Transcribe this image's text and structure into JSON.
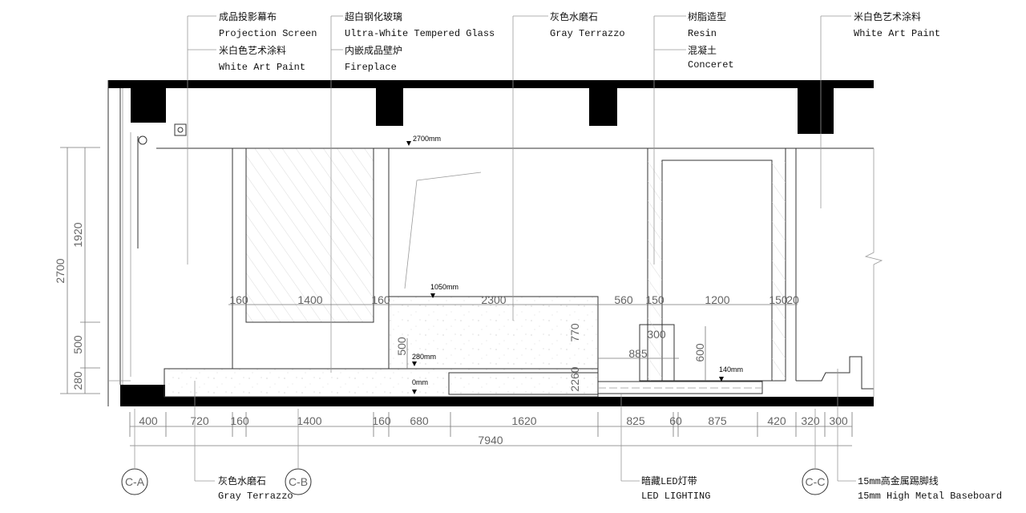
{
  "callouts_top": [
    {
      "cn": "成品投影幕布",
      "en": "Projection Screen"
    },
    {
      "cn": "米白色艺术涂料",
      "en": "White Art Paint"
    },
    {
      "cn": "超白钢化玻璃",
      "en": "Ultra-White Tempered Glass"
    },
    {
      "cn": "内嵌成品壁炉",
      "en": "Fireplace"
    },
    {
      "cn": "灰色水磨石",
      "en": "Gray Terrazzo"
    },
    {
      "cn": "树脂造型",
      "en": "Resin"
    },
    {
      "cn": "混凝土",
      "en": "Conceret"
    },
    {
      "cn": "米白色艺术涂料",
      "en": "White Art Paint"
    }
  ],
  "callouts_bottom": [
    {
      "cn": "灰色水磨石",
      "en": "Gray Terrazzo"
    },
    {
      "cn": "暗藏LED灯带",
      "en": "LED LIGHTING"
    },
    {
      "cn": "15mm高金属踢脚线",
      "en": "15mm High Metal Baseboard"
    }
  ],
  "section_markers": [
    "C-A",
    "C-B",
    "C-C"
  ],
  "levels": [
    "2700mm",
    "1050mm",
    "280mm",
    "0mm",
    "140mm"
  ],
  "vertical_dims": {
    "total": "2700",
    "parts": [
      "1920",
      "500",
      "280"
    ]
  },
  "bottom_dims": [
    "400",
    "720",
    "160",
    "1400",
    "160",
    "680",
    "1620",
    "825",
    "60",
    "875",
    "420",
    "320",
    "300"
  ],
  "bottom_total": "7940",
  "mid_dims": [
    "160",
    "1400",
    "160",
    "2300",
    "560",
    "150",
    "1200",
    "150",
    "20"
  ],
  "inner_dims": [
    "500",
    "770",
    "2260",
    "300",
    "885",
    "600"
  ]
}
